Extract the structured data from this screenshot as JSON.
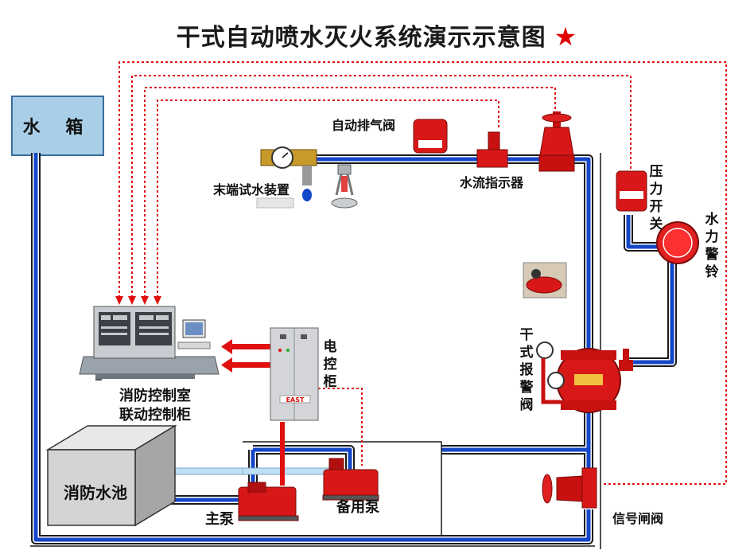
{
  "title": "干式自动喷水灭火系统演示示意图",
  "title_star": "★",
  "labels": {
    "water_tank": "水 箱",
    "exhaust_valve": "自动排气阀",
    "end_test": "末端试水装置",
    "flow_indicator": "水流指示器",
    "pressure_switch": "压力开关",
    "water_bell": "水力警铃",
    "control_room_1": "消防控制室",
    "control_room_2": "联动控制柜",
    "elec_cabinet": "电控柜",
    "alarm_valve": "干式报警阀",
    "fire_pool": "消防水池",
    "main_pump": "主泵",
    "backup_pump": "备用泵",
    "signal_valve": "信号闸阀",
    "cabinet_brand": "EAST"
  },
  "colors": {
    "pipe_blue": "#1346c8",
    "signal_red": "#e01010",
    "equipment_red": "#d81818",
    "tank_fill": "#a9cfe8"
  }
}
